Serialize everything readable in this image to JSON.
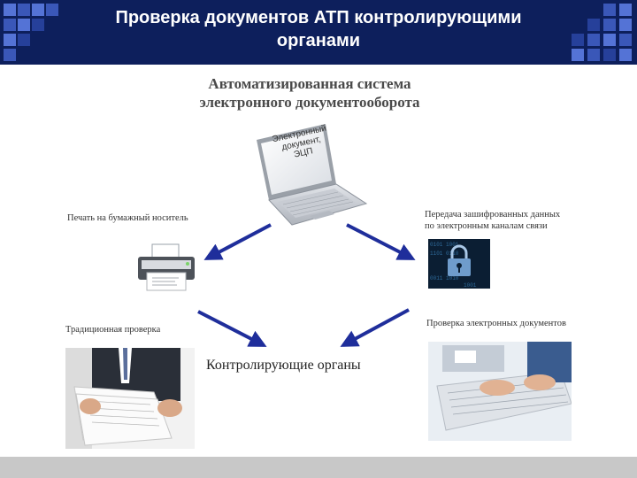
{
  "slide": {
    "title_line1": "Проверка документов АТП контролирующими",
    "title_line2": "органами",
    "system_title_line1": "Автоматизированная система",
    "system_title_line2": "электронного документооборота",
    "laptop_screen_text": [
      "Электронный",
      "документ,",
      "ЭЦП"
    ],
    "print_label": "Печать на бумажный носитель",
    "transfer_label_line1": "Передача зашифрованных данных",
    "transfer_label_line2": "по электронным каналам связи",
    "traditional_label": "Традиционная проверка",
    "electronic_check_label": "Проверка электронных документов",
    "center_label": "Контролирующие органы"
  },
  "colors": {
    "header_bg": "#0d1f5c",
    "arrow": "#1f2e9b",
    "footer": "#c8c8c8"
  }
}
